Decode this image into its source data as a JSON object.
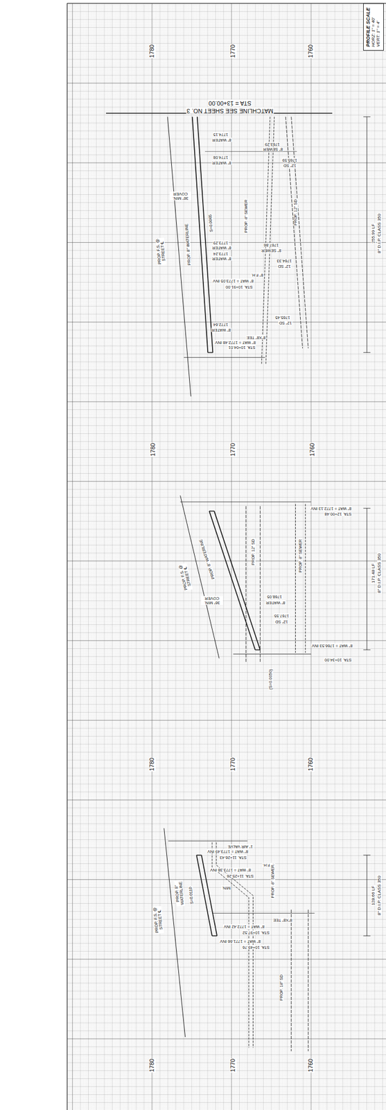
{
  "diagram": {
    "nodes": [
      {
        "text": [
          "PROFILE SCALE",
          "HORZ: 1\" = 40'",
          "VERT: 1\" = 4'"
        ]
      }
    ],
    "labels": [
      "1780",
      "1770",
      "1760",
      "STA = 13+00.00",
      "MATCHLINE SEE SHEET NO. 3",
      "1774.15",
      "8\" WATER",
      "1763.29",
      "8\" SEWER",
      "1774.08",
      "8\" WATER",
      "1765.59",
      "12\" SD",
      "36\" MIN. COVER",
      "PROP. 8\" SEWER",
      "PROP. 12\" SD",
      "S=0.0065",
      "PROP. 8\" WATERLINE",
      "PROP. F.S. @ STREET ℄",
      "1773.29",
      "8\" WATER",
      "1773.24",
      "8\" WATER",
      "1767.86",
      "8\" SEWER",
      "1764.33",
      "12\" SD",
      "8\" F.H.",
      "8\" WAT = 1773.05 INV",
      "STA. 10+91.00",
      "1765.45",
      "12\" SD",
      "1772.64",
      "8\" WATER",
      "8\"X8\" TEE",
      "8\" WAT = 1772.48 INV",
      "STA. 10+04.01",
      "255.99 LF",
      "8\" D.I.P. CLASS 350",
      "1780",
      "1770",
      "1760",
      "8\" WAT = 1772.13 INV",
      "STA. 12+00.48",
      "PROP. F.S. @ STREET ℄",
      "PROP. 8\" WATERLINE",
      "PROP. 12\" SD",
      "PROP. 8\" SEWER",
      "36\" MIN. COVER",
      "1768.05",
      "8\" WATER",
      "1767.55",
      "12\" SD",
      "(S=0.0050)",
      "8\" WAT = 1766.53 INV",
      "STA. 10+34.00",
      "171.48 LF",
      "8\" D.I.P. CLASS 350",
      "1780",
      "1770",
      "1760",
      "1\" AIR VALVE",
      "8\" WAT = 1773.49 INV",
      "STA. 11+26.43",
      "8\" F.H.",
      "8\" WAT = 1773.38 INV",
      "STA. 11+25.26",
      "PROP. 8\" SEWER",
      "MIN.",
      "PROP. 8\" WATERLINE",
      "PROP. F.S. @ STREET ℄",
      "S=0.0110",
      "8\"X8\" TEE",
      "8\" WAT = 1772.42 INV",
      "STA. 10+97.52",
      "8\" WAT = 1771.66 INV",
      "STA. 10+49.76",
      "PROP. 18\" SD",
      "128.66 LF",
      "8\" D.I.P. CLASS 350",
      "1780",
      "1770",
      "1760"
    ]
  }
}
